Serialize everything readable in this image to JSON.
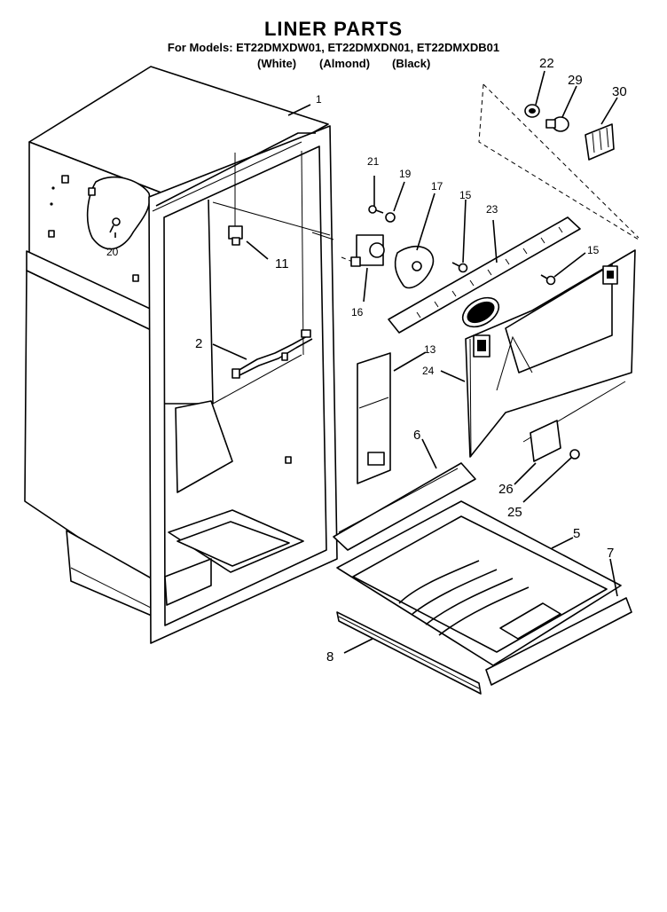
{
  "header": {
    "title": "LINER PARTS",
    "models_line": "For Models: ET22DMXDW01, ET22DMXDN01, ET22DMXDB01",
    "finishes": [
      "(White)",
      "(Almond)",
      "(Black)"
    ]
  },
  "callouts": [
    {
      "id": "c1",
      "text": "1"
    },
    {
      "id": "c2",
      "text": "2"
    },
    {
      "id": "c5",
      "text": "5"
    },
    {
      "id": "c6",
      "text": "6"
    },
    {
      "id": "c7",
      "text": "7"
    },
    {
      "id": "c8",
      "text": "8"
    },
    {
      "id": "c11",
      "text": "11"
    },
    {
      "id": "c13",
      "text": "13"
    },
    {
      "id": "c15a",
      "text": "15"
    },
    {
      "id": "c15b",
      "text": "15"
    },
    {
      "id": "c16",
      "text": "16"
    },
    {
      "id": "c17",
      "text": "17"
    },
    {
      "id": "c19",
      "text": "19"
    },
    {
      "id": "c20",
      "text": "20"
    },
    {
      "id": "c21",
      "text": "21"
    },
    {
      "id": "c22",
      "text": "22"
    },
    {
      "id": "c23",
      "text": "23"
    },
    {
      "id": "c24",
      "text": "24"
    },
    {
      "id": "c25",
      "text": "25"
    },
    {
      "id": "c26",
      "text": "26"
    },
    {
      "id": "c29",
      "text": "29"
    },
    {
      "id": "c30",
      "text": "30"
    }
  ]
}
